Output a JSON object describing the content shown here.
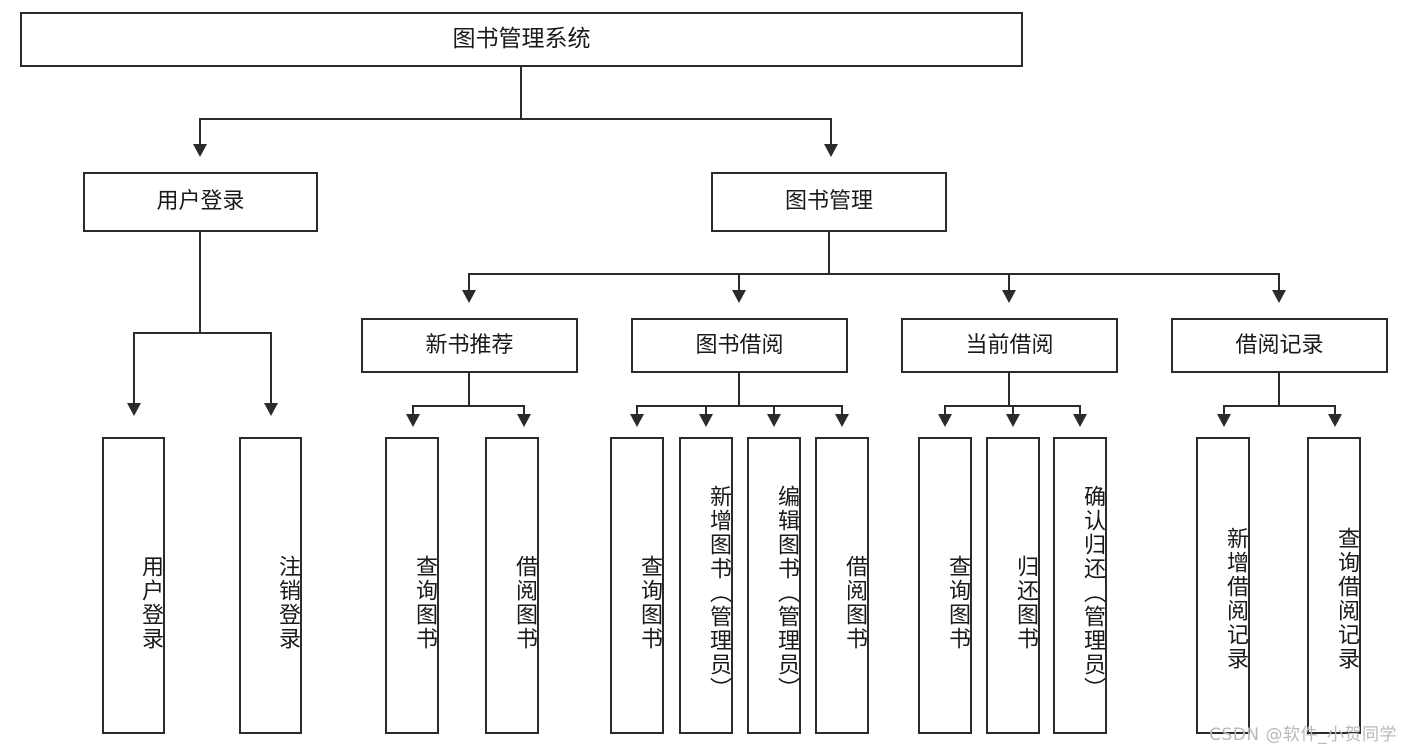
{
  "diagram": {
    "title": "图书管理系统",
    "type": "function-structure-tree",
    "root": {
      "label": "图书管理系统"
    },
    "level1": [
      {
        "label": "用户登录"
      },
      {
        "label": "图书管理"
      }
    ],
    "level2": [
      {
        "label": "新书推荐"
      },
      {
        "label": "图书借阅"
      },
      {
        "label": "当前借阅"
      },
      {
        "label": "借阅记录"
      }
    ],
    "leaves": {
      "user_login": [
        {
          "label": "用户登录"
        },
        {
          "label": "注销登录"
        }
      ],
      "new_book_recommend": [
        {
          "label": "查询图书"
        },
        {
          "label": "借阅图书"
        }
      ],
      "book_borrow": [
        {
          "label": "查询图书"
        },
        {
          "label": "新增图书（管理员）"
        },
        {
          "label": "编辑图书（管理员）"
        },
        {
          "label": "借阅图书"
        }
      ],
      "current_borrow": [
        {
          "label": "查询图书"
        },
        {
          "label": "归还图书"
        },
        {
          "label": "确认归还（管理员）"
        }
      ],
      "borrow_record": [
        {
          "label": "新增借阅记录"
        },
        {
          "label": "查询借阅记录"
        }
      ]
    }
  },
  "watermark": {
    "text": "CSDN @软件_小贺同学"
  },
  "colors": {
    "stroke": "#2b2b2b",
    "background": "#ffffff",
    "text": "#1a1a1a",
    "watermark": "#b9b9b9"
  }
}
